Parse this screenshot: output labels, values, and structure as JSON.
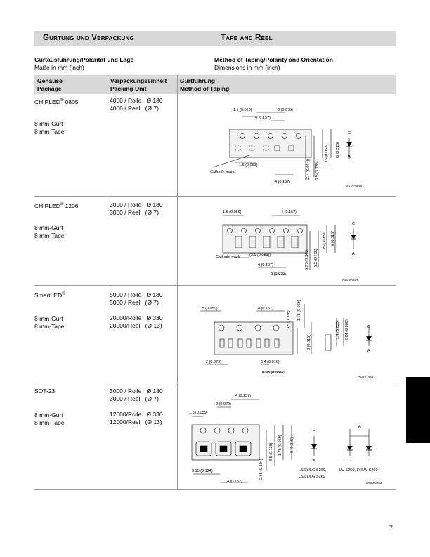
{
  "header": {
    "left": "Gurtung und Verpackung",
    "right": "Tape and Reel"
  },
  "captions": {
    "de_title": "Gurtausführung/Polarität und Lage",
    "de_sub": "Maße in mm (inch)",
    "en_title": "Method of Taping/Polarity and Orientation",
    "en_sub": "Dimensions in mm (inch)"
  },
  "table_header": {
    "col1": "Gehäuse\nPackage",
    "col2": "Verpackungseinheit\nPacking Unit",
    "col3": "Gurtführung\nMethod of Taping"
  },
  "rows": [
    {
      "package": "CHIPLED",
      "sup": "®",
      "size": " 0805",
      "tape": "8 mm-Gurt\n8 mm-Tape",
      "units": "4000 / Rolle   Ø 180\n4000 / Reel   (Ø 7)",
      "drawing": {
        "d1": "1.5 (0.059)",
        "d2": "2 (0.079)",
        "d3": "4 (0.157)",
        "d4": "1.6 (0.063)",
        "d5": "4 (0.157)",
        "d6": "(2.4 (0.094))",
        "d7": "3.5 (0.138)",
        "d8": "1.75 (0.069)",
        "d9": "8 (0.315)",
        "mark": "Cathode mark",
        "C": "C",
        "A": "A",
        "code": "OHAY0592"
      }
    },
    {
      "package": "CHIPLED",
      "sup": "®",
      "size": " 1206",
      "tape": "8 mm-Gurt\n8 mm-Tape",
      "units": "3000 / Rolle   Ø 180\n3000 / Reel   (Ø 7)",
      "drawing": {
        "d1": "1.5 (0.059)",
        "d2": "4 (0.157)",
        "d3": "(2.1 (0.083))",
        "d4": "4 (0.157)",
        "d5": "2 (0.079)",
        "d6": "3.75 (0.148)",
        "d7": "3.5 (0.138)",
        "d8": "1.75 (0.069)",
        "d9": "8 (0.315)",
        "mark": "Cathode mark",
        "C": "C",
        "A": "A",
        "code": "OHAY0593"
      }
    },
    {
      "package": "SmartLED",
      "sup": "®",
      "size": "",
      "tape": "8 mm-Gurt\n8 mm-Tape",
      "units": "5000 / Rolle   Ø 180\n5000 / Reel   (Ø 7)\n\n20000/Rolle   Ø 330\n20000/Reel   (Ø 13)",
      "drawing": {
        "d1": "1.5 (0.059)",
        "d2": "4 (0.157)",
        "d3": "2 (0.079)",
        "d4": "0.4 (0.016)",
        "d5": "0.93 (0.037)",
        "d6": "3.5 (0.138)",
        "d7": "1.75 (0.069)",
        "d8": "8 (0.315)",
        "d9": "1.4 (0.055)",
        "d10": "2.04 (0.080)",
        "C": "C",
        "A": "A",
        "code": "OHAY1262"
      }
    },
    {
      "package": "SOT-23",
      "sup": "",
      "size": "",
      "tape": "8 mm-Gurt\n8 mm-Tape",
      "units": "3000 / Rolle   Ø 180\n3000 / Reel   (Ø 7)\n\n12000/Rolle   Ø 330\n12000/Reel   (Ø 13)",
      "drawing": {
        "d1": "4 (0.157)",
        "d2": "2 (0.079)",
        "d3": "1.5 (0.059)",
        "d4": "3.15 (0.124)",
        "d5": "4 (0.157)",
        "d6": "2.65 (0.104)",
        "d7": "3.5 (0.138)",
        "d8": "1.75 (0.069)",
        "d9": "8 (0.315)",
        "C": "C",
        "A": "A",
        "lbl1": "LS/LY/LG S260,",
        "lbl2": "LS/LY/LG S269",
        "lbl3": "LU S250, LY/LW S260",
        "code": "OHAY0283"
      }
    }
  ],
  "page_number": "7"
}
